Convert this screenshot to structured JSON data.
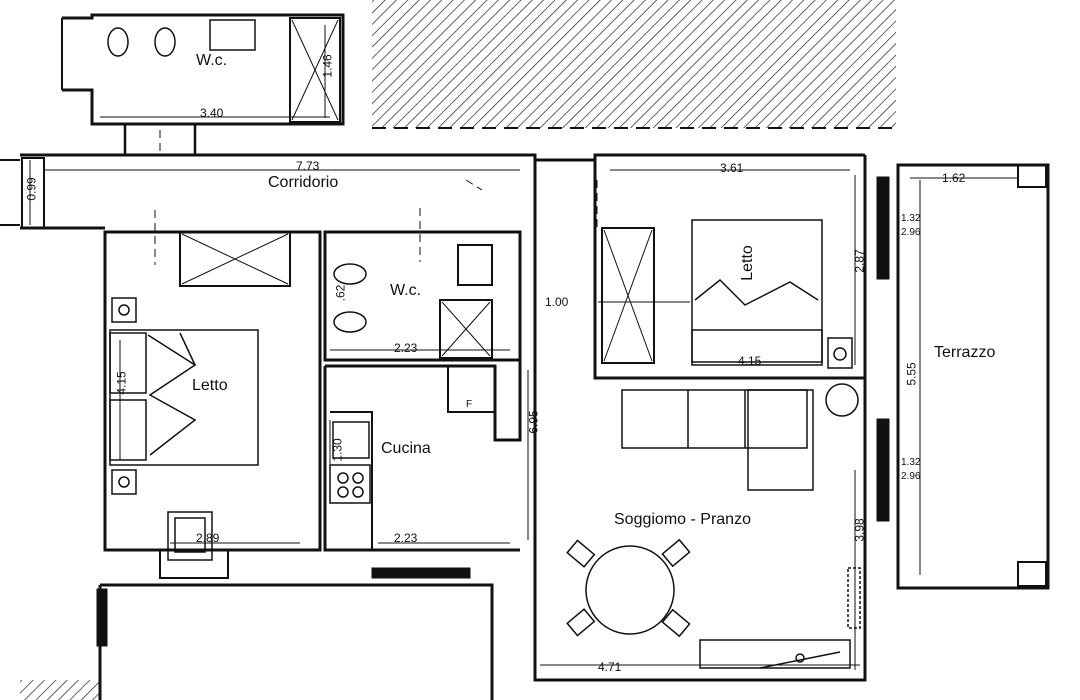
{
  "rooms": {
    "wc_top": "W.c.",
    "corridor": "Corridorio",
    "bedroom_left": "Letto",
    "wc_mid": "W.c.",
    "kitchen": "Cucina",
    "bedroom_right": "Letto",
    "living": "Soggiomo - Pranzo",
    "terrace": "Terrazzo"
  },
  "dimensions": {
    "wc_top_width": "3.40",
    "wc_top_height": "1.46",
    "corridor_length": "7.73",
    "corridor_width": "0.99",
    "bedroom_right_width": "3.61",
    "terrace_width": "1.62",
    "window_a_top": "1.32",
    "window_a_bottom": "2.96",
    "bedroom_right_depth": "2.87",
    "bedroom_right_bottom": "4.15",
    "passage_width": "1.00",
    "wc_mid_width": "2.23",
    "wc_mid_height": ".62",
    "kitchen_height": "6.95",
    "bedroom_left_height": "4.15",
    "kitchen_side": "1.30",
    "kitchen_width": "2.23",
    "bedroom_left_width": "2.89",
    "terrace_length": "5.55",
    "window_b_top": "1.32",
    "window_b_bottom": "2.96",
    "living_depth": "3.98",
    "living_width": "4.71"
  },
  "fixtures": {
    "fridge": "F"
  },
  "colors": {
    "line": "#111111",
    "hatch": "#222222",
    "background": "#ffffff"
  }
}
